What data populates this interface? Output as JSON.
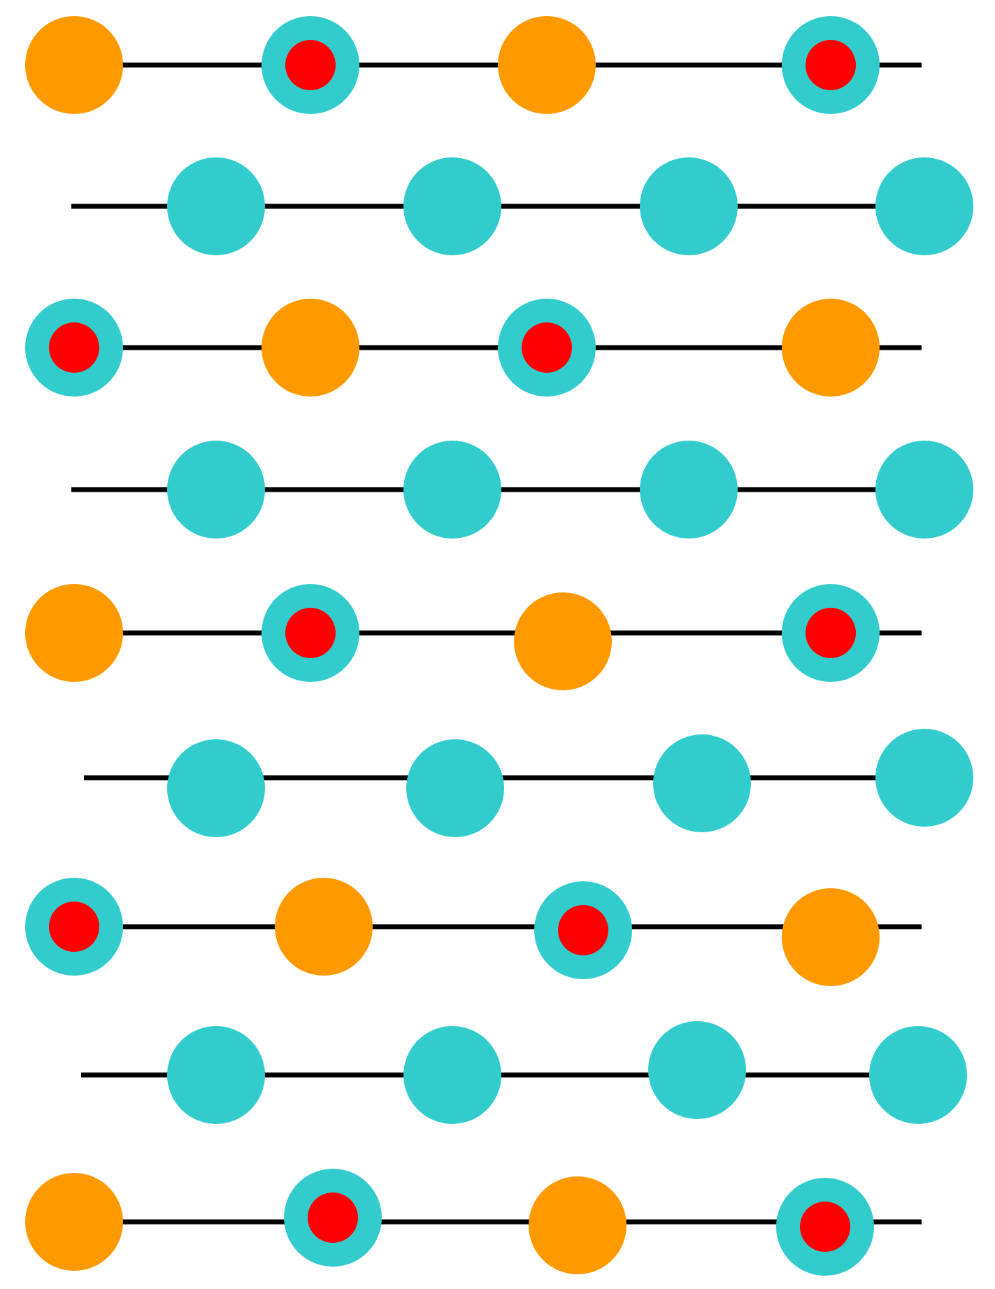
{
  "colors": {
    "background": "#ffffff",
    "line": "#000000",
    "orange": "#ff9900",
    "cyan": "#33cccc",
    "red": "#ff0000"
  },
  "rows": [
    {
      "type": "mixed",
      "nodes": [
        "orange",
        "cyan-red",
        "orange",
        "cyan-red"
      ]
    },
    {
      "type": "cyan",
      "nodes": [
        "cyan",
        "cyan",
        "cyan",
        "cyan"
      ]
    },
    {
      "type": "mixed",
      "nodes": [
        "cyan-red",
        "orange",
        "cyan-red",
        "orange"
      ]
    },
    {
      "type": "cyan",
      "nodes": [
        "cyan",
        "cyan",
        "cyan",
        "cyan"
      ]
    },
    {
      "type": "mixed",
      "nodes": [
        "orange",
        "cyan-red",
        "orange",
        "cyan-red"
      ]
    },
    {
      "type": "cyan",
      "nodes": [
        "cyan",
        "cyan",
        "cyan",
        "cyan"
      ]
    },
    {
      "type": "mixed",
      "nodes": [
        "cyan-red",
        "orange",
        "cyan-red",
        "orange"
      ]
    },
    {
      "type": "cyan",
      "nodes": [
        "cyan",
        "cyan",
        "cyan",
        "cyan"
      ]
    },
    {
      "type": "mixed",
      "nodes": [
        "orange",
        "cyan-red",
        "orange",
        "cyan-red"
      ]
    }
  ]
}
